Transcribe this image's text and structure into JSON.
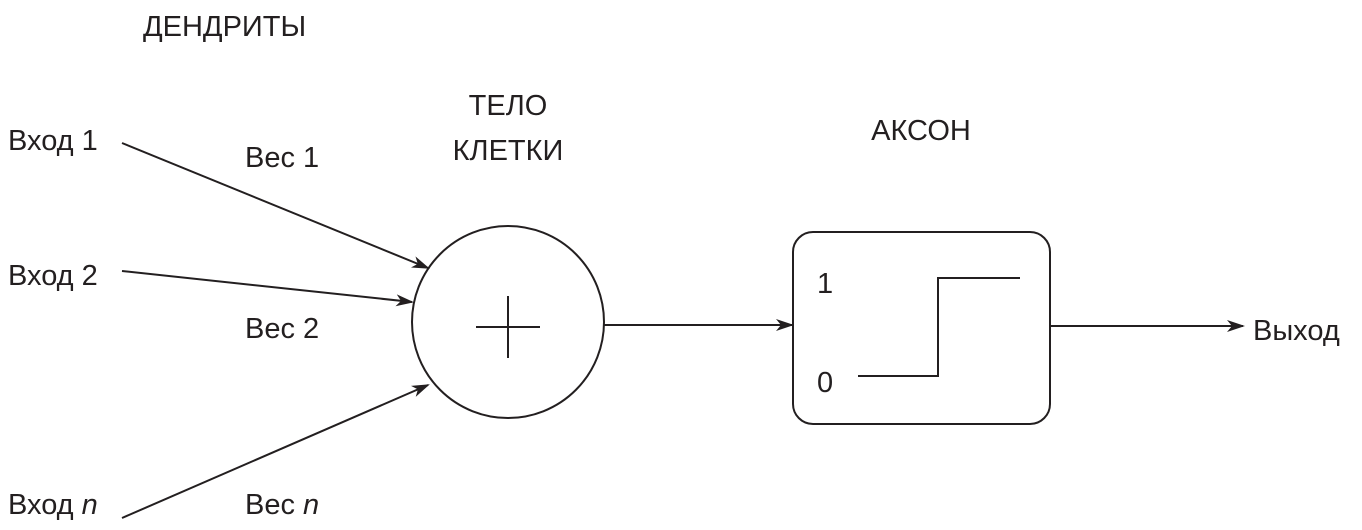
{
  "labels": {
    "dendrites": "ДЕНДРИТЫ",
    "cell_body_line1": "ТЕЛО",
    "cell_body_line2": "КЛЕТКИ",
    "axon": "АКСОН",
    "output": "Выход"
  },
  "inputs": [
    {
      "input_prefix": "Вход ",
      "input_index": "1",
      "weight_prefix": "Вес ",
      "weight_index": "1"
    },
    {
      "input_prefix": "Вход ",
      "input_index": "2",
      "weight_prefix": "Вес ",
      "weight_index": "2"
    },
    {
      "input_prefix": "Вход ",
      "input_index": "n",
      "weight_prefix": "Вес ",
      "weight_index": "n"
    }
  ],
  "step_function": {
    "high_label": "1",
    "low_label": "0"
  },
  "colors": {
    "stroke": "#231f20"
  }
}
